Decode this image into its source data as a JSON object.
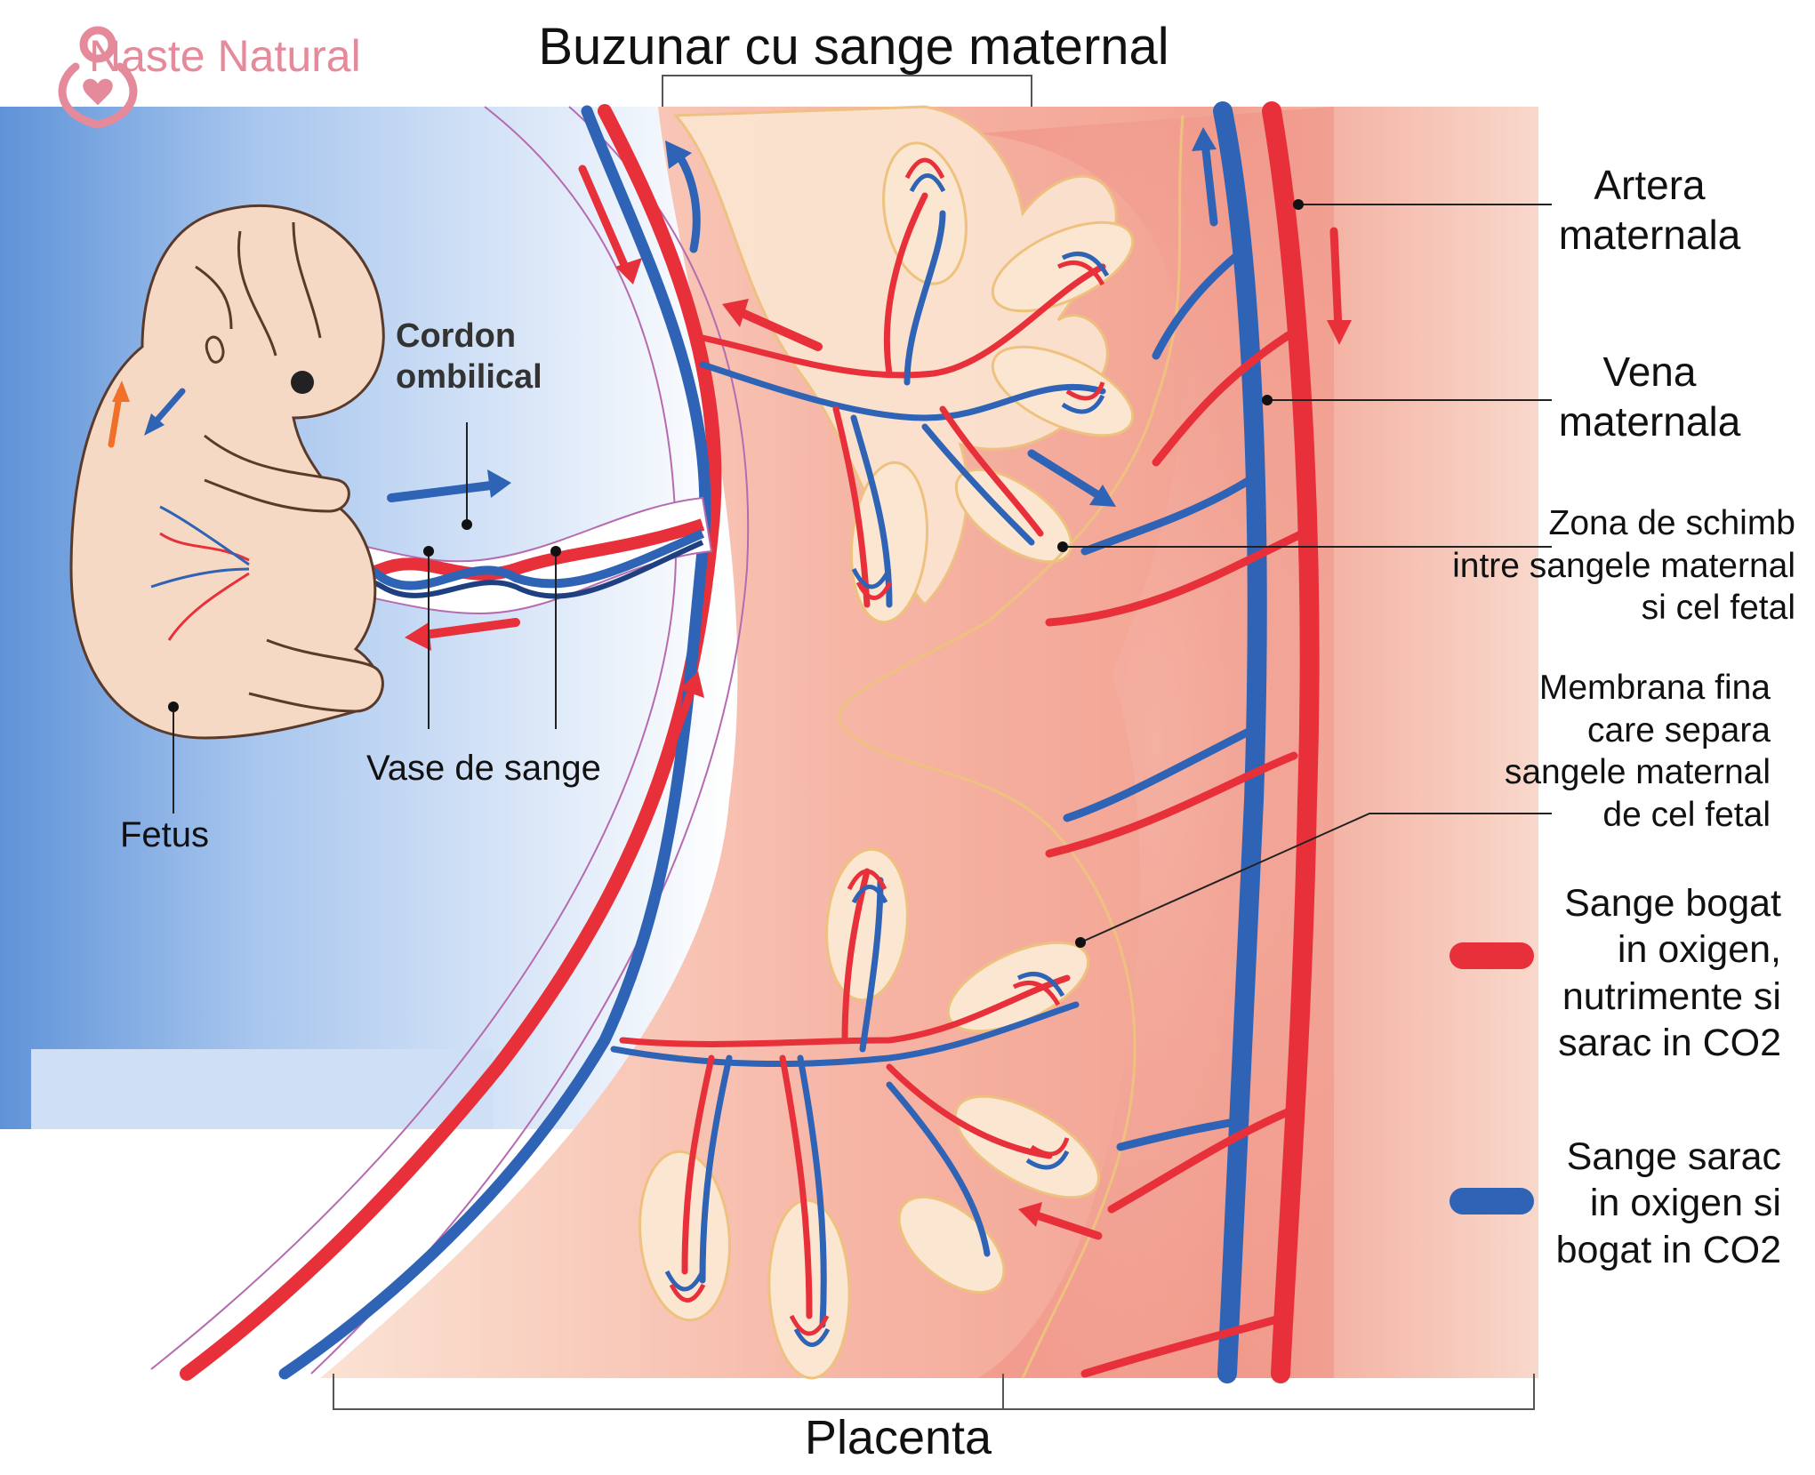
{
  "brand": {
    "logo_text": "Naste Natural",
    "logo_color": "#e58a9a"
  },
  "title_top": "Buzunar cu sange maternal",
  "title_bottom": "Placenta",
  "labels": {
    "cordon": [
      "Cordon",
      "ombilical"
    ],
    "vase": "Vase de sange",
    "fetus": "Fetus",
    "artera": [
      "Artera",
      "maternala"
    ],
    "vena": [
      "Vena",
      "maternala"
    ],
    "zona": [
      "Zona de schimb",
      "intre sangele maternal",
      "si cel fetal"
    ],
    "membrana": [
      "Membrana fina",
      "care separa",
      "sangele maternal",
      "de cel fetal"
    ]
  },
  "legend": [
    {
      "icon": "red-vessel-swatch",
      "color": "#e8303a",
      "lines": [
        "Sange bogat",
        "in oxigen,",
        "nutrimente si",
        "sarac in CO2"
      ]
    },
    {
      "icon": "blue-vessel-swatch",
      "color": "#2f63b5",
      "lines": [
        "Sange sarac",
        "in oxigen si",
        "bogat in CO2"
      ]
    }
  ],
  "colors": {
    "oxygen_rich": "#e8303a",
    "oxygen_poor": "#2f63b5",
    "tissue_light": "#f7d6c6",
    "tissue_dark": "#f09a8c",
    "villus_border": "#f0c68a",
    "fetus_skin": "#f6d9c4",
    "background_blue": "#7aa6de"
  }
}
